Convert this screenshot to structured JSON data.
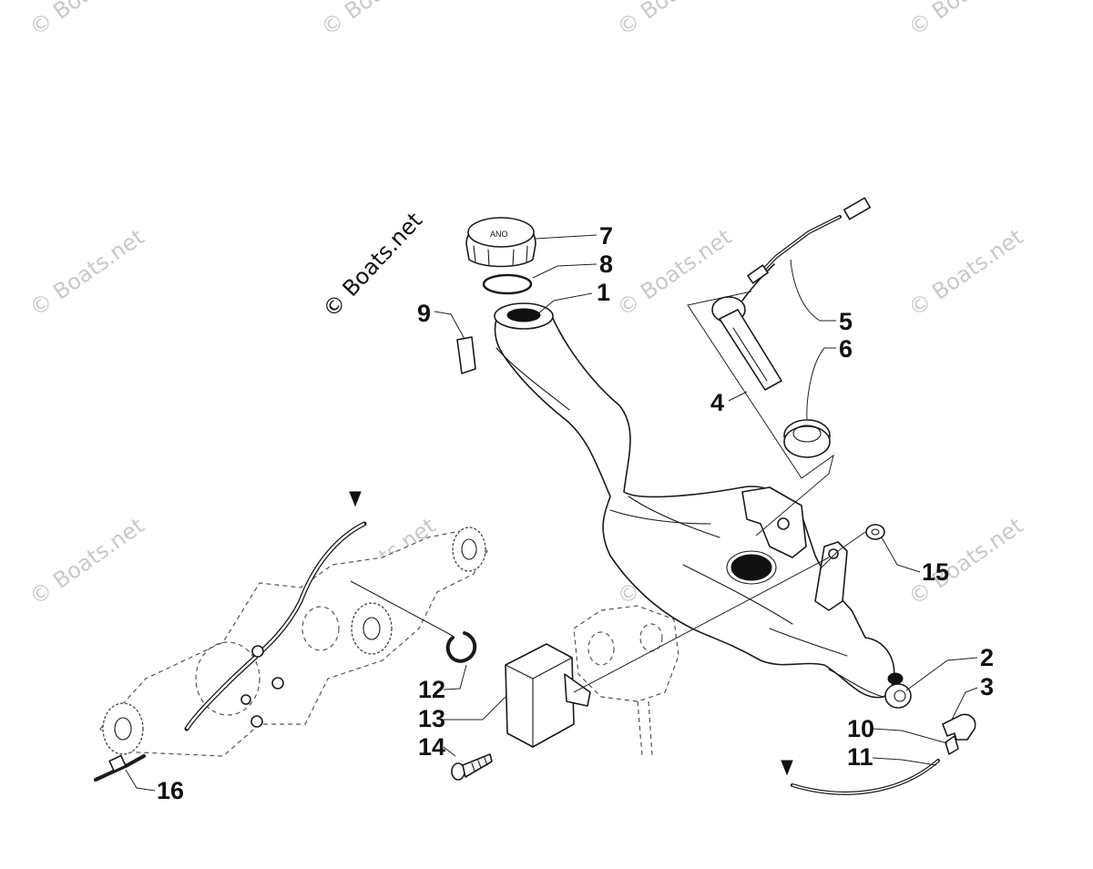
{
  "watermark": {
    "main_text": "© Boats.net",
    "faint_text": "© Boats.net"
  },
  "colors": {
    "line": "#1a1a1a",
    "watermark": "#c9c9c9",
    "background": "#ffffff"
  },
  "callouts": {
    "c1": "1",
    "c2": "2",
    "c3": "3",
    "c4": "4",
    "c5": "5",
    "c6": "6",
    "c7": "7",
    "c8": "8",
    "c9": "9",
    "c10": "10",
    "c11": "11",
    "c12": "12",
    "c13": "13",
    "c14": "14",
    "c15": "15",
    "c16": "16"
  },
  "cap_text": "ANO"
}
